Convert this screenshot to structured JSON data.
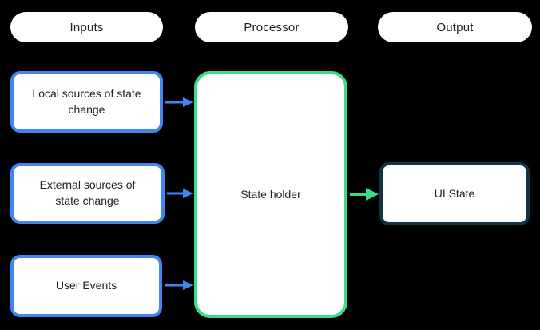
{
  "theme": {
    "background": "#000000",
    "surface": "#ffffff",
    "text": "#202124",
    "input-accent": "#4285F4",
    "processor-accent": "#3DDC84",
    "output-accent": "#113544"
  },
  "columns": {
    "inputs": {
      "label": "Inputs"
    },
    "processor": {
      "label": "Processor"
    },
    "output": {
      "label": "Output"
    }
  },
  "nodes": {
    "local_sources": {
      "label": "Local sources of state\nchange",
      "accent": "#4285F4"
    },
    "external_sources": {
      "label": "External sources of\nstate change",
      "accent": "#4285F4"
    },
    "user_events": {
      "label": "User Events",
      "accent": "#4285F4"
    },
    "state_holder": {
      "label": "State holder",
      "accent": "#3DDC84"
    },
    "ui_state": {
      "label": "UI State",
      "accent": "#113544"
    }
  },
  "edges": [
    {
      "from": "local_sources",
      "to": "state_holder",
      "color": "#4285F4"
    },
    {
      "from": "external_sources",
      "to": "state_holder",
      "color": "#4285F4"
    },
    {
      "from": "user_events",
      "to": "state_holder",
      "color": "#4285F4"
    },
    {
      "from": "state_holder",
      "to": "ui_state",
      "color": "#3DDC84"
    }
  ]
}
